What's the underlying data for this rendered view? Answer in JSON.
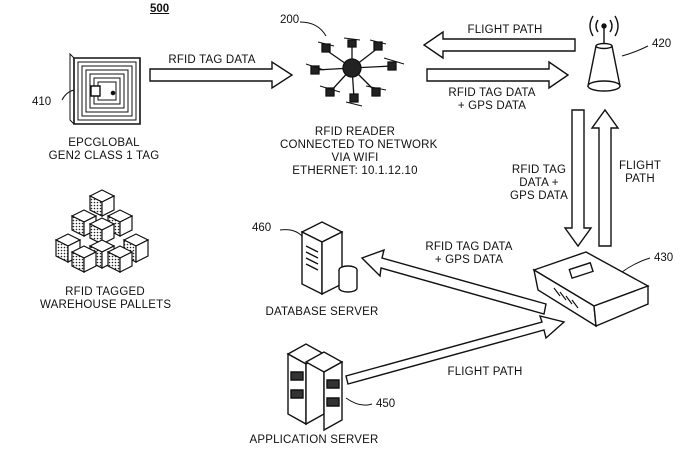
{
  "figure_number": "500",
  "refs": {
    "tag": "410",
    "drone": "200",
    "antenna": "420",
    "router": "430",
    "database": "460",
    "app_server": "450"
  },
  "labels": {
    "tag_caption_1": "EPCGLOBAL",
    "tag_caption_2": "GEN2 CLASS 1 TAG",
    "pallets_caption_1": "RFID TAGGED",
    "pallets_caption_2": "WAREHOUSE PALLETS",
    "reader_1": "RFID READER",
    "reader_2": "CONNECTED TO NETWORK",
    "reader_3": "VIA WIFI",
    "reader_4": "ETHERNET: 10.1.12.10",
    "db_caption": "DATABASE SERVER",
    "app_caption": "APPLICATION SERVER"
  },
  "arrows": {
    "tag_to_drone": "RFID TAG DATA",
    "antenna_to_drone": "FLIGHT PATH",
    "drone_to_antenna_1": "RFID TAG DATA",
    "drone_to_antenna_2": "+ GPS DATA",
    "antenna_to_router_1": "RFID TAG",
    "antenna_to_router_2": "DATA +",
    "antenna_to_router_3": "GPS DATA",
    "router_to_antenna_1": "FLIGHT",
    "router_to_antenna_2": "PATH",
    "router_to_db_1": "RFID TAG DATA",
    "router_to_db_2": "+ GPS DATA",
    "app_to_router": "FLIGHT PATH"
  }
}
